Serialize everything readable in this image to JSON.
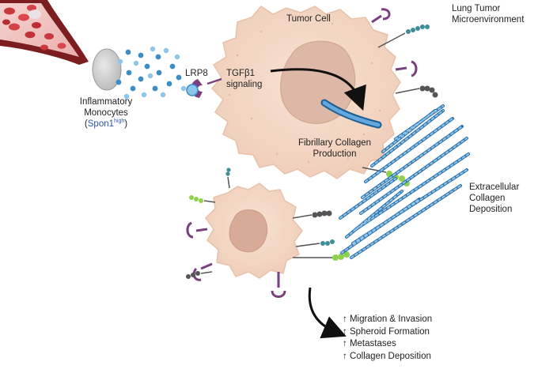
{
  "environment_label": [
    "Lung Tumor",
    "Microenvironment"
  ],
  "tumor_cell_label": "Tumor Cell",
  "receptor_label": "LRP8",
  "signaling_label": [
    "TGFβ1",
    "signaling"
  ],
  "monocytes_label": [
    "Inflammatory",
    "Monocytes"
  ],
  "monocyte_subtype": {
    "name": "Spon1",
    "superscript": "high"
  },
  "production_label": [
    "Fibrillary Collagen",
    "Production"
  ],
  "deposition_label": [
    "Extracellular",
    "Collagen",
    "Deposition"
  ],
  "outcomes": [
    "↑ Migration & Invasion",
    "↑ Spheroid Formation",
    "↑ Metastases",
    "↑ Collagen Deposition"
  ],
  "colors": {
    "cell_fill": "#f4d9c6",
    "nucleus_fill": "#d9b3a2",
    "collagen": "#4a8fc6",
    "receptor": "#7a3f7e",
    "vessel": "#b8363a",
    "green_integrin": "#8fd14f",
    "grey_integrin": "#555555"
  }
}
